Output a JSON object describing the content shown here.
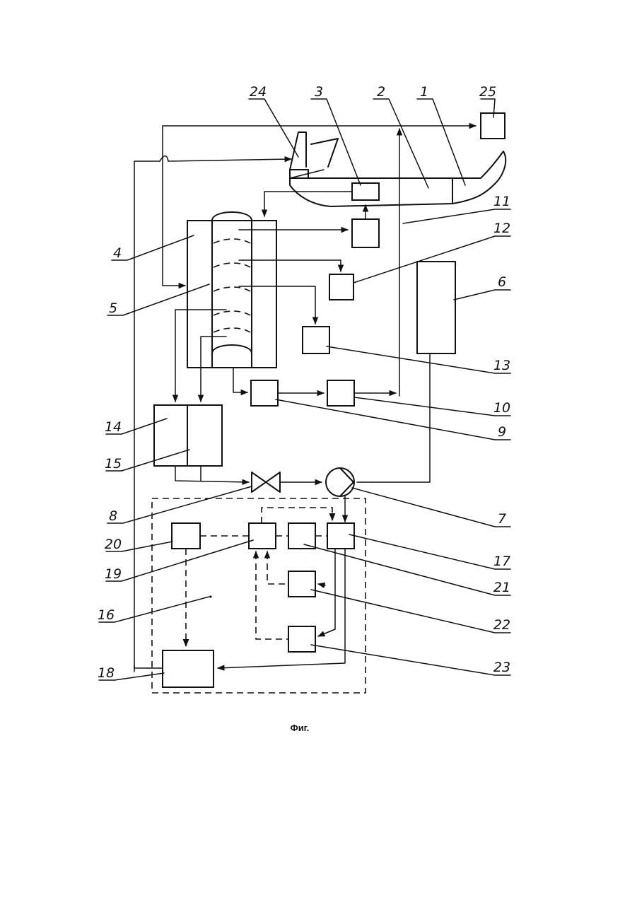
{
  "labels": {
    "n1": "1",
    "n2": "2",
    "n3": "3",
    "n4": "4",
    "n5": "5",
    "n6": "6",
    "n7": "7",
    "n8": "8",
    "n9": "9",
    "n10": "10",
    "n11": "11",
    "n12": "12",
    "n13": "13",
    "n14": "14",
    "n15": "15",
    "n16": "16",
    "n17": "17",
    "n18": "18",
    "n19": "19",
    "n20": "20",
    "n21": "21",
    "n22": "22",
    "n23": "23",
    "n24": "24",
    "n25": "25"
  },
  "caption": "Фиг."
}
